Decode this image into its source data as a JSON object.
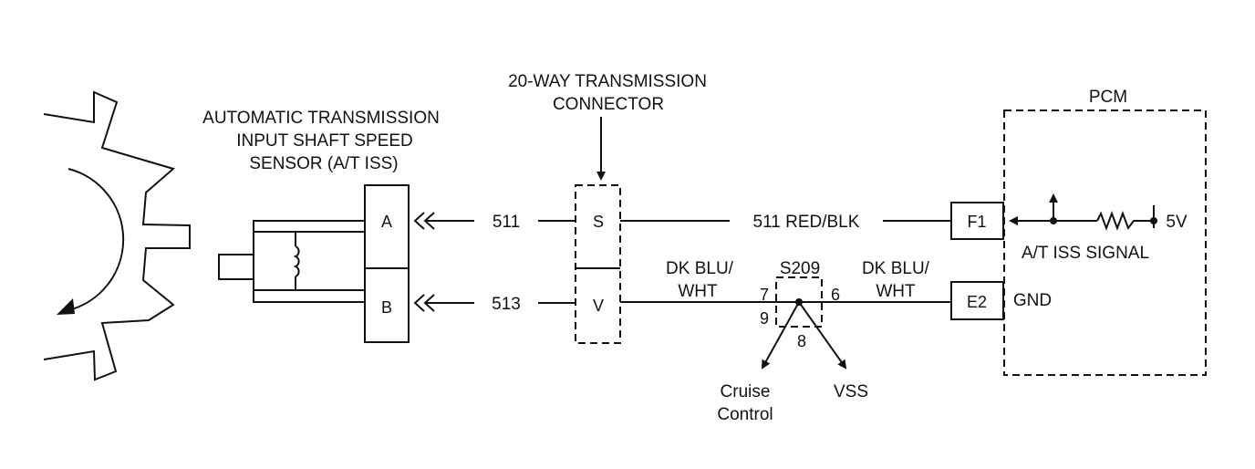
{
  "labels": {
    "sensor_line1": "AUTOMATIC TRANSMISSION",
    "sensor_line2": "INPUT SHAFT SPEED",
    "sensor_line3": "SENSOR (A/T ISS)",
    "connector_line1": "20-WAY TRANSMISSION",
    "connector_line2": "CONNECTOR",
    "pcm": "PCM",
    "signal": "A/T ISS SIGNAL",
    "gnd": "GND",
    "volt": "5V",
    "splice": "S209",
    "cruise_line1": "Cruise",
    "cruise_line2": "Control",
    "vss": "VSS"
  },
  "pins": {
    "sensor_a": "A",
    "sensor_b": "B",
    "conn_s": "S",
    "conn_v": "V",
    "pcm_f1": "F1",
    "pcm_e2": "E2"
  },
  "wires": {
    "w511_left": "511",
    "w513_left": "513",
    "w511_right": "511 RED/BLK",
    "dkblu_left_1": "DK BLU/",
    "dkblu_left_2": "WHT",
    "dkblu_right_1": "DK BLU/",
    "dkblu_right_2": "WHT"
  },
  "splice_pins": {
    "p7": "7",
    "p6": "6",
    "p9": "9",
    "p8": "8"
  }
}
